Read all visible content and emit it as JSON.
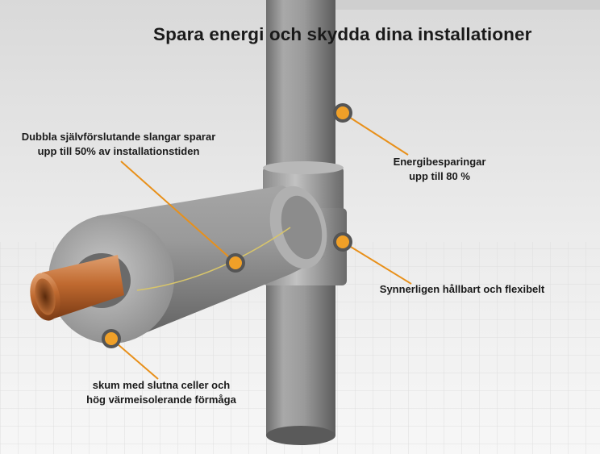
{
  "title": "Spara energi och skydda dina installationer",
  "callouts": [
    {
      "id": "tube",
      "lines": [
        "Dubbla självförslutande slangar sparar",
        "upp till 50% av installationstiden"
      ]
    },
    {
      "id": "energy",
      "lines": [
        "Energibesparingar",
        "upp till 80 %"
      ]
    },
    {
      "id": "durable",
      "lines": [
        "Synnerligen hållbart och flexibelt"
      ]
    },
    {
      "id": "foam",
      "lines": [
        "skum med slutna celler och",
        "hög värmeisolerande förmåga"
      ]
    }
  ],
  "colors": {
    "marker_fill": "#f0a028",
    "marker_ring": "#555555",
    "leader_line": "#e8901a",
    "foam": "#8a8a8a",
    "copper": "#c06a30",
    "grid_floor": "#f4f4f4"
  },
  "icons": [
    "callout-marker-icon"
  ]
}
